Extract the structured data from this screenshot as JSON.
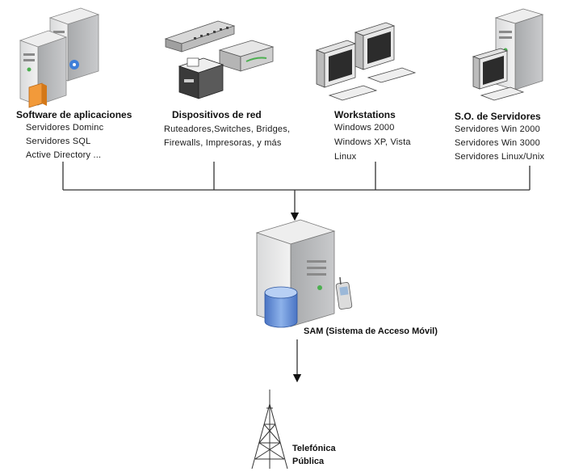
{
  "groups": [
    {
      "title": "Software de aplicaciones",
      "items": [
        "Servidores Dominc",
        "Servidores SQL",
        "Active Directory ..."
      ]
    },
    {
      "title": "Dispositivos de red",
      "items": [
        "Ruteadores,Switches, Bridges,",
        "Firewalls, Impresoras, y más"
      ]
    },
    {
      "title": "Workstations",
      "items": [
        "Windows 2000",
        "Windows XP, Vista",
        "Linux"
      ]
    },
    {
      "title": "S.O. de Servidores",
      "items": [
        "Servidores Win 2000",
        "Servidores Win 3000",
        "Servidores Linux/Unix"
      ]
    }
  ],
  "sam": {
    "label": "SAM (Sistema de Acceso Móvil)"
  },
  "tower": {
    "label_line1": "Telefónica",
    "label_line2": "Pública"
  },
  "icons": [
    "app-server-icon",
    "network-devices-icon",
    "workstations-icon",
    "server-os-icon",
    "sam-server-icon",
    "database-icon",
    "mobile-phone-icon",
    "radio-tower-icon"
  ]
}
